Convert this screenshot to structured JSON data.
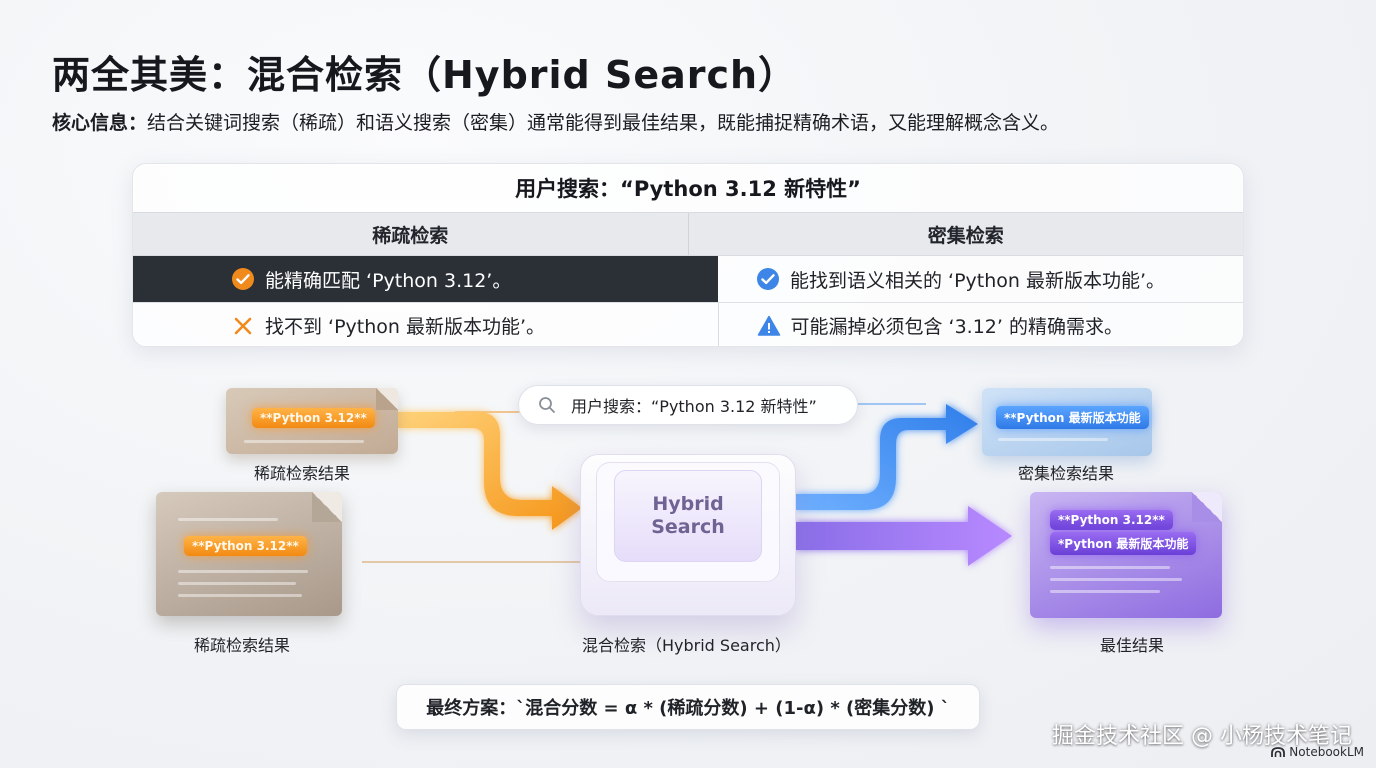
{
  "title": "两全其美：混合检索（Hybrid Search）",
  "subtitle": {
    "lead": "核心信息：",
    "text": "结合关键词搜索（稀疏）和语义搜索（密集）通常能得到最佳结果，既能捕捉精确术语，又能理解概念含义。"
  },
  "compare": {
    "title": "用户搜索：“Python 3.12 新特性”",
    "columns": [
      "稀疏检索",
      "密集检索"
    ],
    "rows": [
      {
        "left": {
          "icon": "check-circle-icon",
          "text": "能精确匹配 ‘Python 3.12’。"
        },
        "right": {
          "icon": "check-circle-icon",
          "text": "能找到语义相关的 ‘Python 最新版本功能’。"
        }
      },
      {
        "left": {
          "icon": "cross-icon",
          "text": "找不到 ‘Python 最新版本功能’。"
        },
        "right": {
          "icon": "warning-icon",
          "text": "可能漏掉必须包含 ‘3.12’ 的精确需求。"
        }
      }
    ],
    "colors": {
      "check": "#f08a1c",
      "check_blue": "#3d86e8",
      "cross": "#f08a1c",
      "warning": "#3d86e8"
    }
  },
  "diagram": {
    "search_pill": "用户搜索：“Python 3.12 新特性”",
    "sparse_top": {
      "chip": "**Python 3.12**",
      "label": "稀疏检索结果"
    },
    "sparse_big": {
      "chip": "**Python 3.12**",
      "label": "稀疏检索结果"
    },
    "hybrid": {
      "line1": "Hybrid",
      "line2": "Search",
      "label": "混合检索（Hybrid Search）"
    },
    "dense": {
      "chip": "**Python 最新版本功能",
      "label": "密集检索结果"
    },
    "best": {
      "chip1": "**Python 3.12**",
      "chip2": "*Python 最新版本功能",
      "label": "最佳结果"
    },
    "colors": {
      "sparse": "#f7a22e",
      "dense": "#4a94f0",
      "hybrid": "#9b6cf0"
    }
  },
  "formula": "最终方案：`混合分数 = α * (稀疏分数) + (1-α) * (密集分数) `",
  "watermark": "掘金技术社区 @ 小杨技术笔记",
  "brand": "NotebookLM"
}
